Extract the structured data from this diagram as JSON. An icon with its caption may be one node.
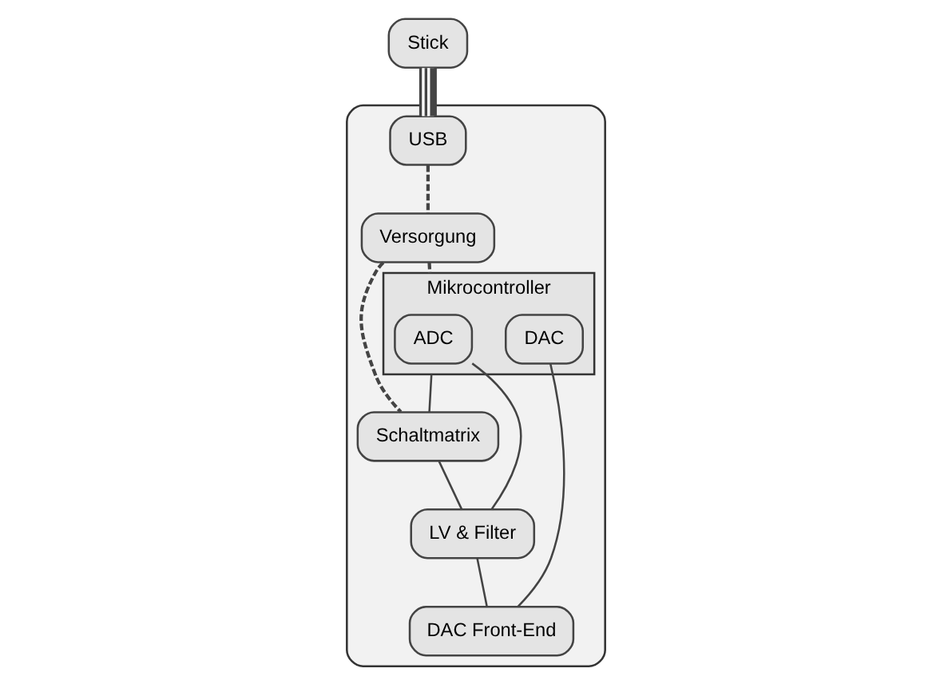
{
  "diagram": {
    "nodes": [
      {
        "text": [],
        "shape": "box"
      },
      {
        "text": [
          "Stick"
        ]
      },
      {
        "text": [
          "USB"
        ],
        "in": 0
      },
      {
        "text": [
          "Versorgung"
        ],
        "in": 0
      },
      {
        "text": [
          "Schaltmatrix"
        ],
        "in": 0
      },
      {
        "text": [
          "Mikrocontroller"
        ],
        "in": 0
      },
      {
        "text": [
          "ADC"
        ],
        "in": 5
      },
      {
        "text": [
          "DAC"
        ],
        "in": 5
      },
      {
        "text": [
          "LV & Filter"
        ],
        "in": 0
      },
      {
        "text": [
          "DAC Front-End"
        ],
        "in": 0
      }
    ],
    "edges": [
      {
        "from": 1,
        "to": 2,
        "arrow": "none",
        "style": "thick"
      },
      {
        "from": 2,
        "to": 3,
        "arrow": "none",
        "style": "dashed"
      },
      {
        "from": 3,
        "to": 4,
        "arrow": "none",
        "style": "dashed"
      },
      {
        "from": 3,
        "to": 5,
        "arrow": "none",
        "style": "dashed"
      },
      {
        "from": 5,
        "to": 4,
        "arrow": "none"
      },
      {
        "from": 6,
        "to": 8,
        "arrow": "none"
      },
      {
        "from": 7,
        "to": 9,
        "arrow": "none"
      },
      {
        "from": 4,
        "to": 8,
        "arrow": "none"
      },
      {
        "from": 8,
        "to": 9,
        "arrow": "none"
      }
    ]
  }
}
